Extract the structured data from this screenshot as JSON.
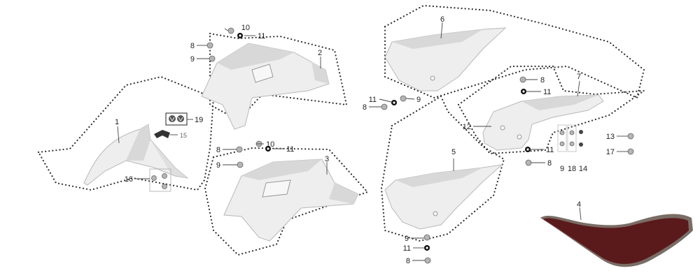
{
  "labels": {
    "p1": "1",
    "p2": "2",
    "p3": "3",
    "p4": "4",
    "p5": "5",
    "p6": "6",
    "p7": "7",
    "p8a": "8",
    "p8b": "8",
    "p8c": "8",
    "p8d": "8",
    "p8e": "8",
    "p8f": "8",
    "p9a": "9",
    "p9b": "9",
    "p9c": "9",
    "p9d": "9",
    "p9e": "9",
    "p10a": "10",
    "p10b": "10",
    "p11a": "11",
    "p11b": "11",
    "p11c": "11",
    "p11d": "11",
    "p11e": "11",
    "p11f": "11",
    "p12": "12",
    "p13": "13",
    "p14": "14",
    "p15": "15",
    "p16": "16",
    "p17": "17",
    "p18": "18",
    "p19": "19"
  },
  "colors": {
    "panel": "#eeeeee",
    "seat": "#5a1a1c",
    "seat_edge": "#7a6d66"
  }
}
